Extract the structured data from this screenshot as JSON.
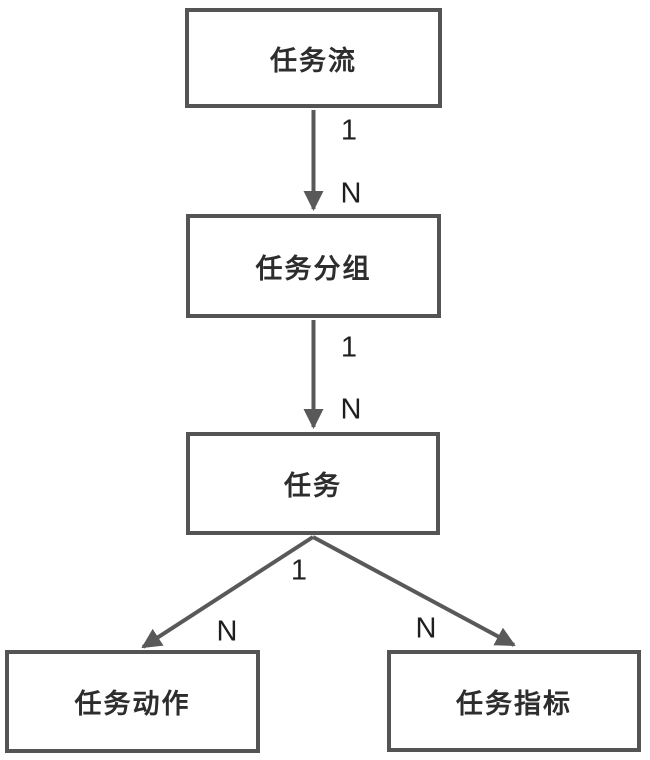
{
  "diagram": {
    "type": "entity-hierarchy",
    "background_color": "#ffffff",
    "box_border_color": "#545454",
    "arrow_color": "#595959",
    "text_color": "#2d2d2d",
    "nodes": [
      {
        "id": "task-flow",
        "label": "任务流"
      },
      {
        "id": "task-group",
        "label": "任务分组"
      },
      {
        "id": "task",
        "label": "任务"
      },
      {
        "id": "task-action",
        "label": "任务动作"
      },
      {
        "id": "task-metric",
        "label": "任务指标"
      }
    ],
    "edges": [
      {
        "from": "任务流",
        "to": "任务分组",
        "source_label": "1",
        "target_label": "N"
      },
      {
        "from": "任务分组",
        "to": "任务",
        "source_label": "1",
        "target_label": "N"
      },
      {
        "from": "任务",
        "to": "任务动作",
        "source_label": "1",
        "target_label": "N"
      },
      {
        "from": "任务",
        "to": "任务指标",
        "source_label": "1",
        "target_label": "N"
      }
    ]
  }
}
